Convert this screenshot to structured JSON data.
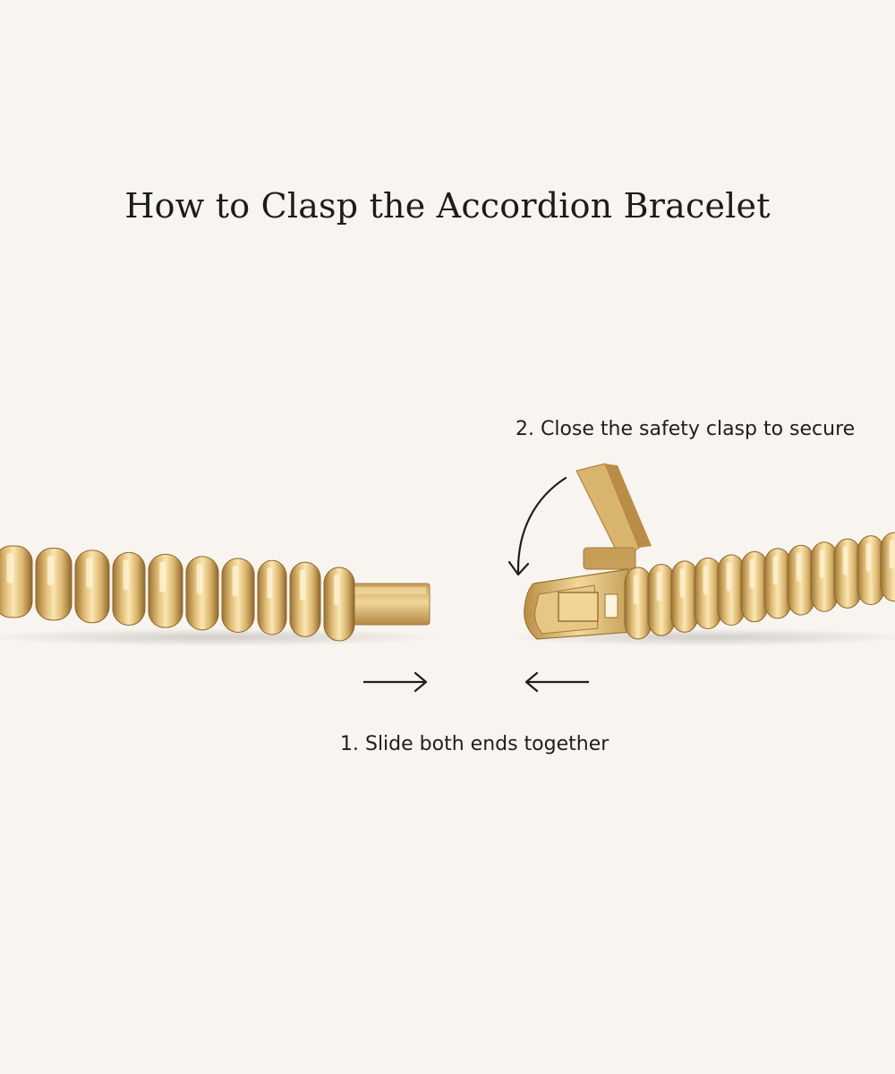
{
  "title": "How to Clasp the Accordion Bracelet",
  "steps": [
    {
      "label": "1. Slide both ends together"
    },
    {
      "label": "2. Close the safety clasp to secure"
    }
  ],
  "colors": {
    "background": "#f8f4f0",
    "gold_light": "#f6dc9e",
    "gold_mid": "#dcb670",
    "gold_dark": "#a57a36",
    "text": "#1e1e1e"
  },
  "icons": [
    "right-arrow-icon",
    "left-arrow-icon",
    "curved-arrow-icon"
  ]
}
